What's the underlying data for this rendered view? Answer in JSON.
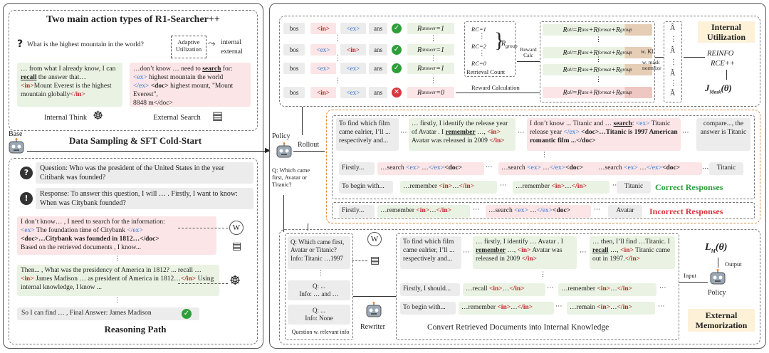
{
  "left": {
    "title": "Two main action types of R1-Searcher++",
    "question1": "What is the highest mountain in the world?",
    "adaptive": "Adaptive Utilization",
    "internal": "internal",
    "external": "external",
    "think_text_a": "… from what I already know, I can",
    "think_recall": "recall",
    "think_text_b": " the answer that…",
    "think_in": "<in>",
    "think_body": "Mount Everest is the highest mountain globally",
    "think_in_close": "</in>",
    "search_text_a": "…don’t know … need to ",
    "search_word": "search",
    "search_text_b": " for:",
    "search_ex": "<ex>",
    "search_body": " highest mountain the world",
    "search_ex_close": "</ex>",
    "search_doc": " <doc>",
    "search_doc_body": " highest mount, \"Mount Everest\",",
    "search_doc_end": "8848 m</doc>",
    "internal_think": "Internal Think",
    "external_search": "External Search",
    "base": "Base",
    "sft": "Data Sampling & SFT Cold-Start",
    "question2": "Question: Who was the president of the United States in the year Citibank was founded?",
    "response": "Response: To answer this question, I will … . Firstly, I want to know: When was Citybank founded?",
    "r1_a": "I don’t know… , I need to search for the information:",
    "r1_ex": "<ex>",
    "r1_ex_body": " The foundation time of Citybank ",
    "r1_ex_close": "</ex>",
    "r1_doc": "<doc>…Citybank was founded in 1812…</doc>",
    "r1_b": "Based on the retrieved documents , I know...",
    "r2_a": "Then... , What was the presidency of America in 1812? ... recall …",
    "r2_in": "<in>",
    "r2_body": " James Madison … as president of America in 1812…",
    "r2_in_close": "</in>",
    "r2_b": " Using internal knowledge, I know ...",
    "final": "So I can find … , Final Answer: James Madison",
    "reasoning_path": "Reasoning Path",
    "vdots": "⋮"
  },
  "top": {
    "rows": [
      {
        "bos": "bos",
        "t1": "<in>",
        "t2": "<ex>",
        "ans": "ans",
        "reward": "R",
        "reward_sub": "answer",
        "reward_val": "=1",
        "ok": true
      },
      {
        "bos": "bos",
        "t1": "<ex>",
        "t2": "<in>",
        "ans": "ans",
        "reward": "R",
        "reward_sub": "answer",
        "reward_val": "=1",
        "ok": true
      },
      {
        "bos": "bos",
        "t1": "<ex>",
        "t2": "<ex>",
        "ans": "ans",
        "reward": "R",
        "reward_sub": "answer",
        "reward_val": "=1",
        "ok": true
      },
      {
        "bos": "bos",
        "t1": "<in>",
        "t2": "<ex>",
        "ans": "ans",
        "reward": "R",
        "reward_sub": "answer",
        "reward_val": "=0",
        "ok": false
      }
    ],
    "rc": [
      "RC=1",
      "RC=2",
      "RC=0"
    ],
    "rgroup": "R",
    "rgroup_sub": "group",
    "retrieval_count": "Retrieval Count",
    "reward_calc": "Reward Calc",
    "reward_calculation": "Reward Calculation",
    "rall": "R",
    "rall_sub": "all",
    "rall_eq": "=R",
    "rans_sub": "ans",
    "plus_r": "+R",
    "format_sub": "format",
    "group_sub": "group",
    "ahat": "Â",
    "wkl": "w. KL",
    "wmask": "w. mask normlize",
    "reinfo": "REINFO",
    "rce": "RCE++",
    "jmask": "J",
    "jmask_sub": "Mask",
    "jmask_arg": "(θ)",
    "internal_util": "Internal Utilization"
  },
  "mid": {
    "policy": "Policy",
    "rollout": "Rollout",
    "q_small": "Q: Which came first, Avatar or Titanic?",
    "c1": "To find which film came ealrier, I’ll ... respectively and...",
    "c2a": "… firstly, I identify the release year of Avatar . I",
    "c2_rem": "remember",
    "c2b": " …, ",
    "c2_in": "<in>",
    "c2c": " Avatar was released in 2009 ",
    "c2_in_close": "</in>",
    "c3a": "I don’t know ... Titanic and … ",
    "c3_search": "search",
    "c3b": ": ",
    "c3_ex": "<ex>",
    "c3c": " Titanic release year ",
    "c3_ex_close": "</ex>",
    "c3_doc": " <doc>…Titanic is 1997 American romantic film ...</doc>",
    "c4": "compare..., the answer is Titanic",
    "firstly": "Firstly...",
    "search_word": "…search ",
    "ex": "<ex>",
    "ex_dots": " …",
    "ex_close": "</ex>",
    "doc": "<doc>",
    "titanic": "Titanic",
    "begin": "To begin with...",
    "remember_word": "…remember ",
    "in": "<in>",
    "in_dots": "…",
    "in_close": "</in>",
    "correct": "Correct Responses",
    "avatar": "Avatar",
    "incorrect": "Incorrect Responses",
    "ellipsis": "···",
    "dots_h": "…"
  },
  "bottom": {
    "q1": "Q: Which came first, Avatar or Titanic?",
    "info1": "Info: Titanic …1997",
    "q2": "Q: ...",
    "info2": "Info: … and …",
    "q3": "Q: ...",
    "info3": "Info: None",
    "qwinfo": "Question w. relevant info",
    "rewriter": "Rewriter",
    "b1": "To find which  film came ealrier, I’ll ... respectively and...",
    "b2a": "… firstly, I identify … Avatar . I ",
    "b2_rem": "remember",
    "b2b": " …, ",
    "b2_in": "<in>",
    "b2c": " Avatar was released in 2009 ",
    "b2_in_close": "</in>",
    "b3a": "… then, I’ll find …Titanic. I ",
    "b3_recall": "recall",
    "b3b": " …, ",
    "b3_in": "<in>",
    "b3c": " Titanic came out in 1997.",
    "b3_in_close": "</in>",
    "firstly_should": "Firstly, I should...",
    "recall_word": "…recall ",
    "remain_word": "…remain ",
    "convert": "Convert Retrieved Documents into Internal Knowledge",
    "lm": "L",
    "lm_sub": "M",
    "lm_arg": "(θ)",
    "input": "Input",
    "output": "Output",
    "policy": "Policy",
    "ext_mem": "External Memorization"
  }
}
